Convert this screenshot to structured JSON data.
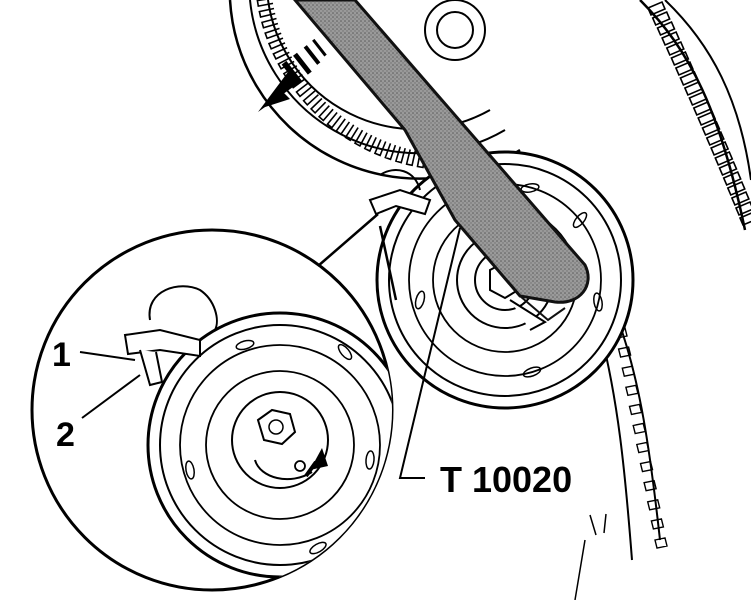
{
  "callouts": {
    "label_1": "1",
    "label_2": "2",
    "tool_label": "T 10020"
  },
  "colors": {
    "line": "#000000",
    "background": "#ffffff",
    "tool_fill": "#8c8c8c",
    "tool_edge": "#1a1a1a"
  },
  "icons": {
    "arrow": "direction-arrow-icon",
    "small_arrow": "rotation-arrow-icon"
  }
}
